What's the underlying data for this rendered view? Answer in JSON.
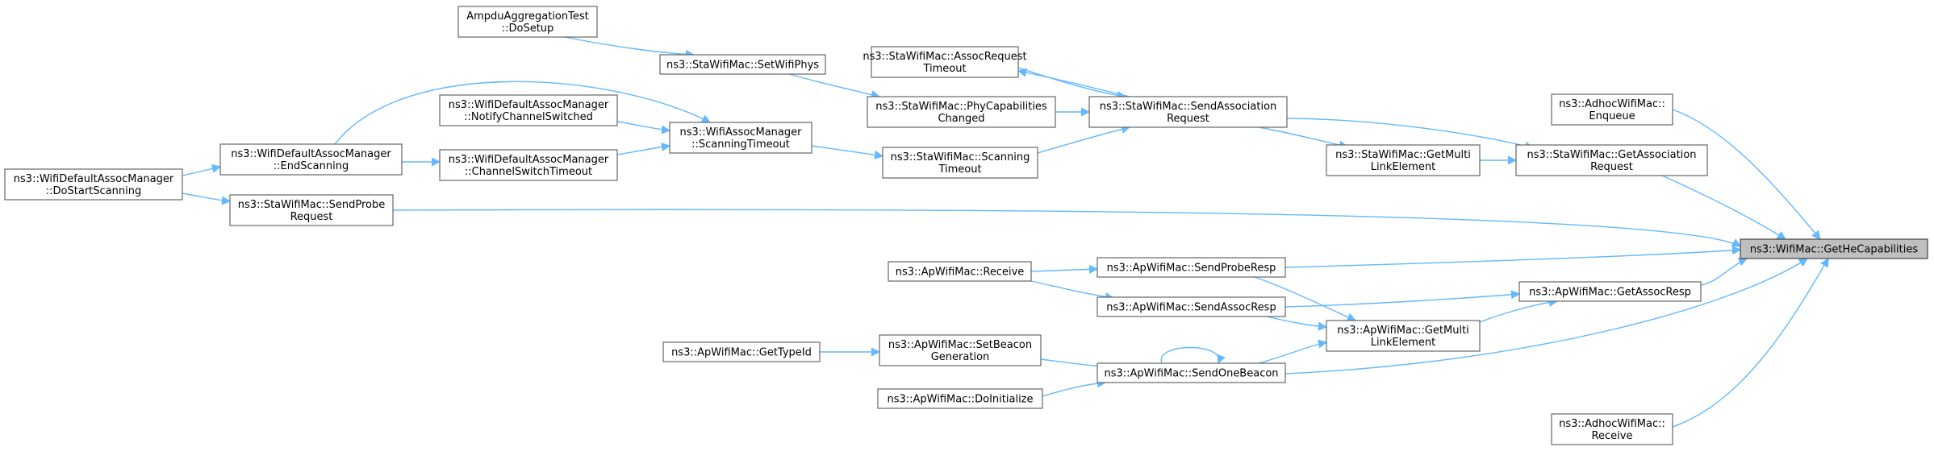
{
  "graph": {
    "title": "",
    "colors": {
      "edge": "#63b8ff",
      "node_border": "#666666",
      "root_fill": "#bfbfbf"
    },
    "nodes": [
      {
        "id": "root",
        "lines": [
          "ns3::WifiMac::GetHeCapabilities"
        ],
        "root": true
      },
      {
        "id": "adhoc_enq",
        "lines": [
          "ns3::AdhocWifiMac::",
          "Enqueue"
        ]
      },
      {
        "id": "sta_getassoc",
        "lines": [
          "ns3::StaWifiMac::GetAssociation",
          "Request"
        ]
      },
      {
        "id": "ap_getassocresp",
        "lines": [
          "ns3::ApWifiMac::GetAssocResp"
        ]
      },
      {
        "id": "adhoc_recv",
        "lines": [
          "ns3::AdhocWifiMac::",
          "Receive"
        ]
      },
      {
        "id": "sta_getml",
        "lines": [
          "ns3::StaWifiMac::GetMulti",
          "LinkElement"
        ]
      },
      {
        "id": "sta_sendassoc",
        "lines": [
          "ns3::StaWifiMac::SendAssociation",
          "Request"
        ]
      },
      {
        "id": "sta_assoctimeout",
        "lines": [
          "ns3::StaWifiMac::AssocRequest",
          "Timeout"
        ]
      },
      {
        "id": "sta_phycap",
        "lines": [
          "ns3::StaWifiMac::PhyCapabilities",
          "Changed"
        ]
      },
      {
        "id": "sta_scantimeout",
        "lines": [
          "ns3::StaWifiMac::Scanning",
          "Timeout"
        ]
      },
      {
        "id": "sta_setphys",
        "lines": [
          "ns3::StaWifiMac::SetWifiPhys"
        ]
      },
      {
        "id": "ampdu",
        "lines": [
          "AmpduAggregationTest",
          "::DoSetup"
        ]
      },
      {
        "id": "wam_scantimeout",
        "lines": [
          "ns3::WifiAssocManager",
          "::ScanningTimeout"
        ]
      },
      {
        "id": "wdam_notify",
        "lines": [
          "ns3::WifiDefaultAssocManager",
          "::NotifyChannelSwitched"
        ]
      },
      {
        "id": "wdam_chswitch",
        "lines": [
          "ns3::WifiDefaultAssocManager",
          "::ChannelSwitchTimeout"
        ]
      },
      {
        "id": "wdam_endscan",
        "lines": [
          "ns3::WifiDefaultAssocManager",
          "::EndScanning"
        ]
      },
      {
        "id": "wdam_dostart",
        "lines": [
          "ns3::WifiDefaultAssocManager",
          "::DoStartScanning"
        ]
      },
      {
        "id": "sta_sendprobe",
        "lines": [
          "ns3::StaWifiMac::SendProbe",
          "Request"
        ]
      },
      {
        "id": "ap_sendproberesp",
        "lines": [
          "ns3::ApWifiMac::SendProbeResp"
        ]
      },
      {
        "id": "ap_sendassocresp",
        "lines": [
          "ns3::ApWifiMac::SendAssocResp"
        ]
      },
      {
        "id": "ap_getml",
        "lines": [
          "ns3::ApWifiMac::GetMulti",
          "LinkElement"
        ]
      },
      {
        "id": "ap_sendbeacon",
        "lines": [
          "ns3::ApWifiMac::SendOneBeacon"
        ]
      },
      {
        "id": "ap_receive",
        "lines": [
          "ns3::ApWifiMac::Receive"
        ]
      },
      {
        "id": "ap_setbeacon",
        "lines": [
          "ns3::ApWifiMac::SetBeacon",
          "Generation"
        ]
      },
      {
        "id": "ap_gettypeid",
        "lines": [
          "ns3::ApWifiMac::GetTypeId"
        ]
      },
      {
        "id": "ap_doinit",
        "lines": [
          "ns3::ApWifiMac::DoInitialize"
        ]
      }
    ]
  }
}
